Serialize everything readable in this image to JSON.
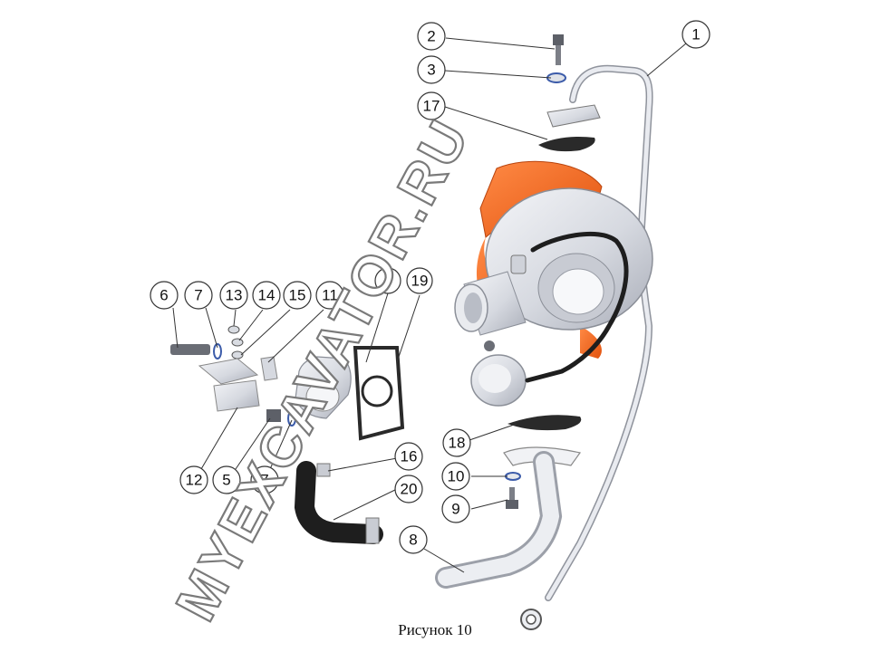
{
  "caption": "Рисунок 10",
  "watermark": "MYEXCAVATOR.RU",
  "colors": {
    "accent_orange": "#f26522",
    "metal": "#d9dce3",
    "hose": "#1e1e1e",
    "outline": "#333333"
  },
  "callouts": [
    "1",
    "2",
    "3",
    "4",
    "5",
    "6",
    "7",
    "7",
    "8",
    "9",
    "10",
    "11",
    "12",
    "13",
    "14",
    "15",
    "16",
    "17",
    "18",
    "19",
    "20"
  ]
}
